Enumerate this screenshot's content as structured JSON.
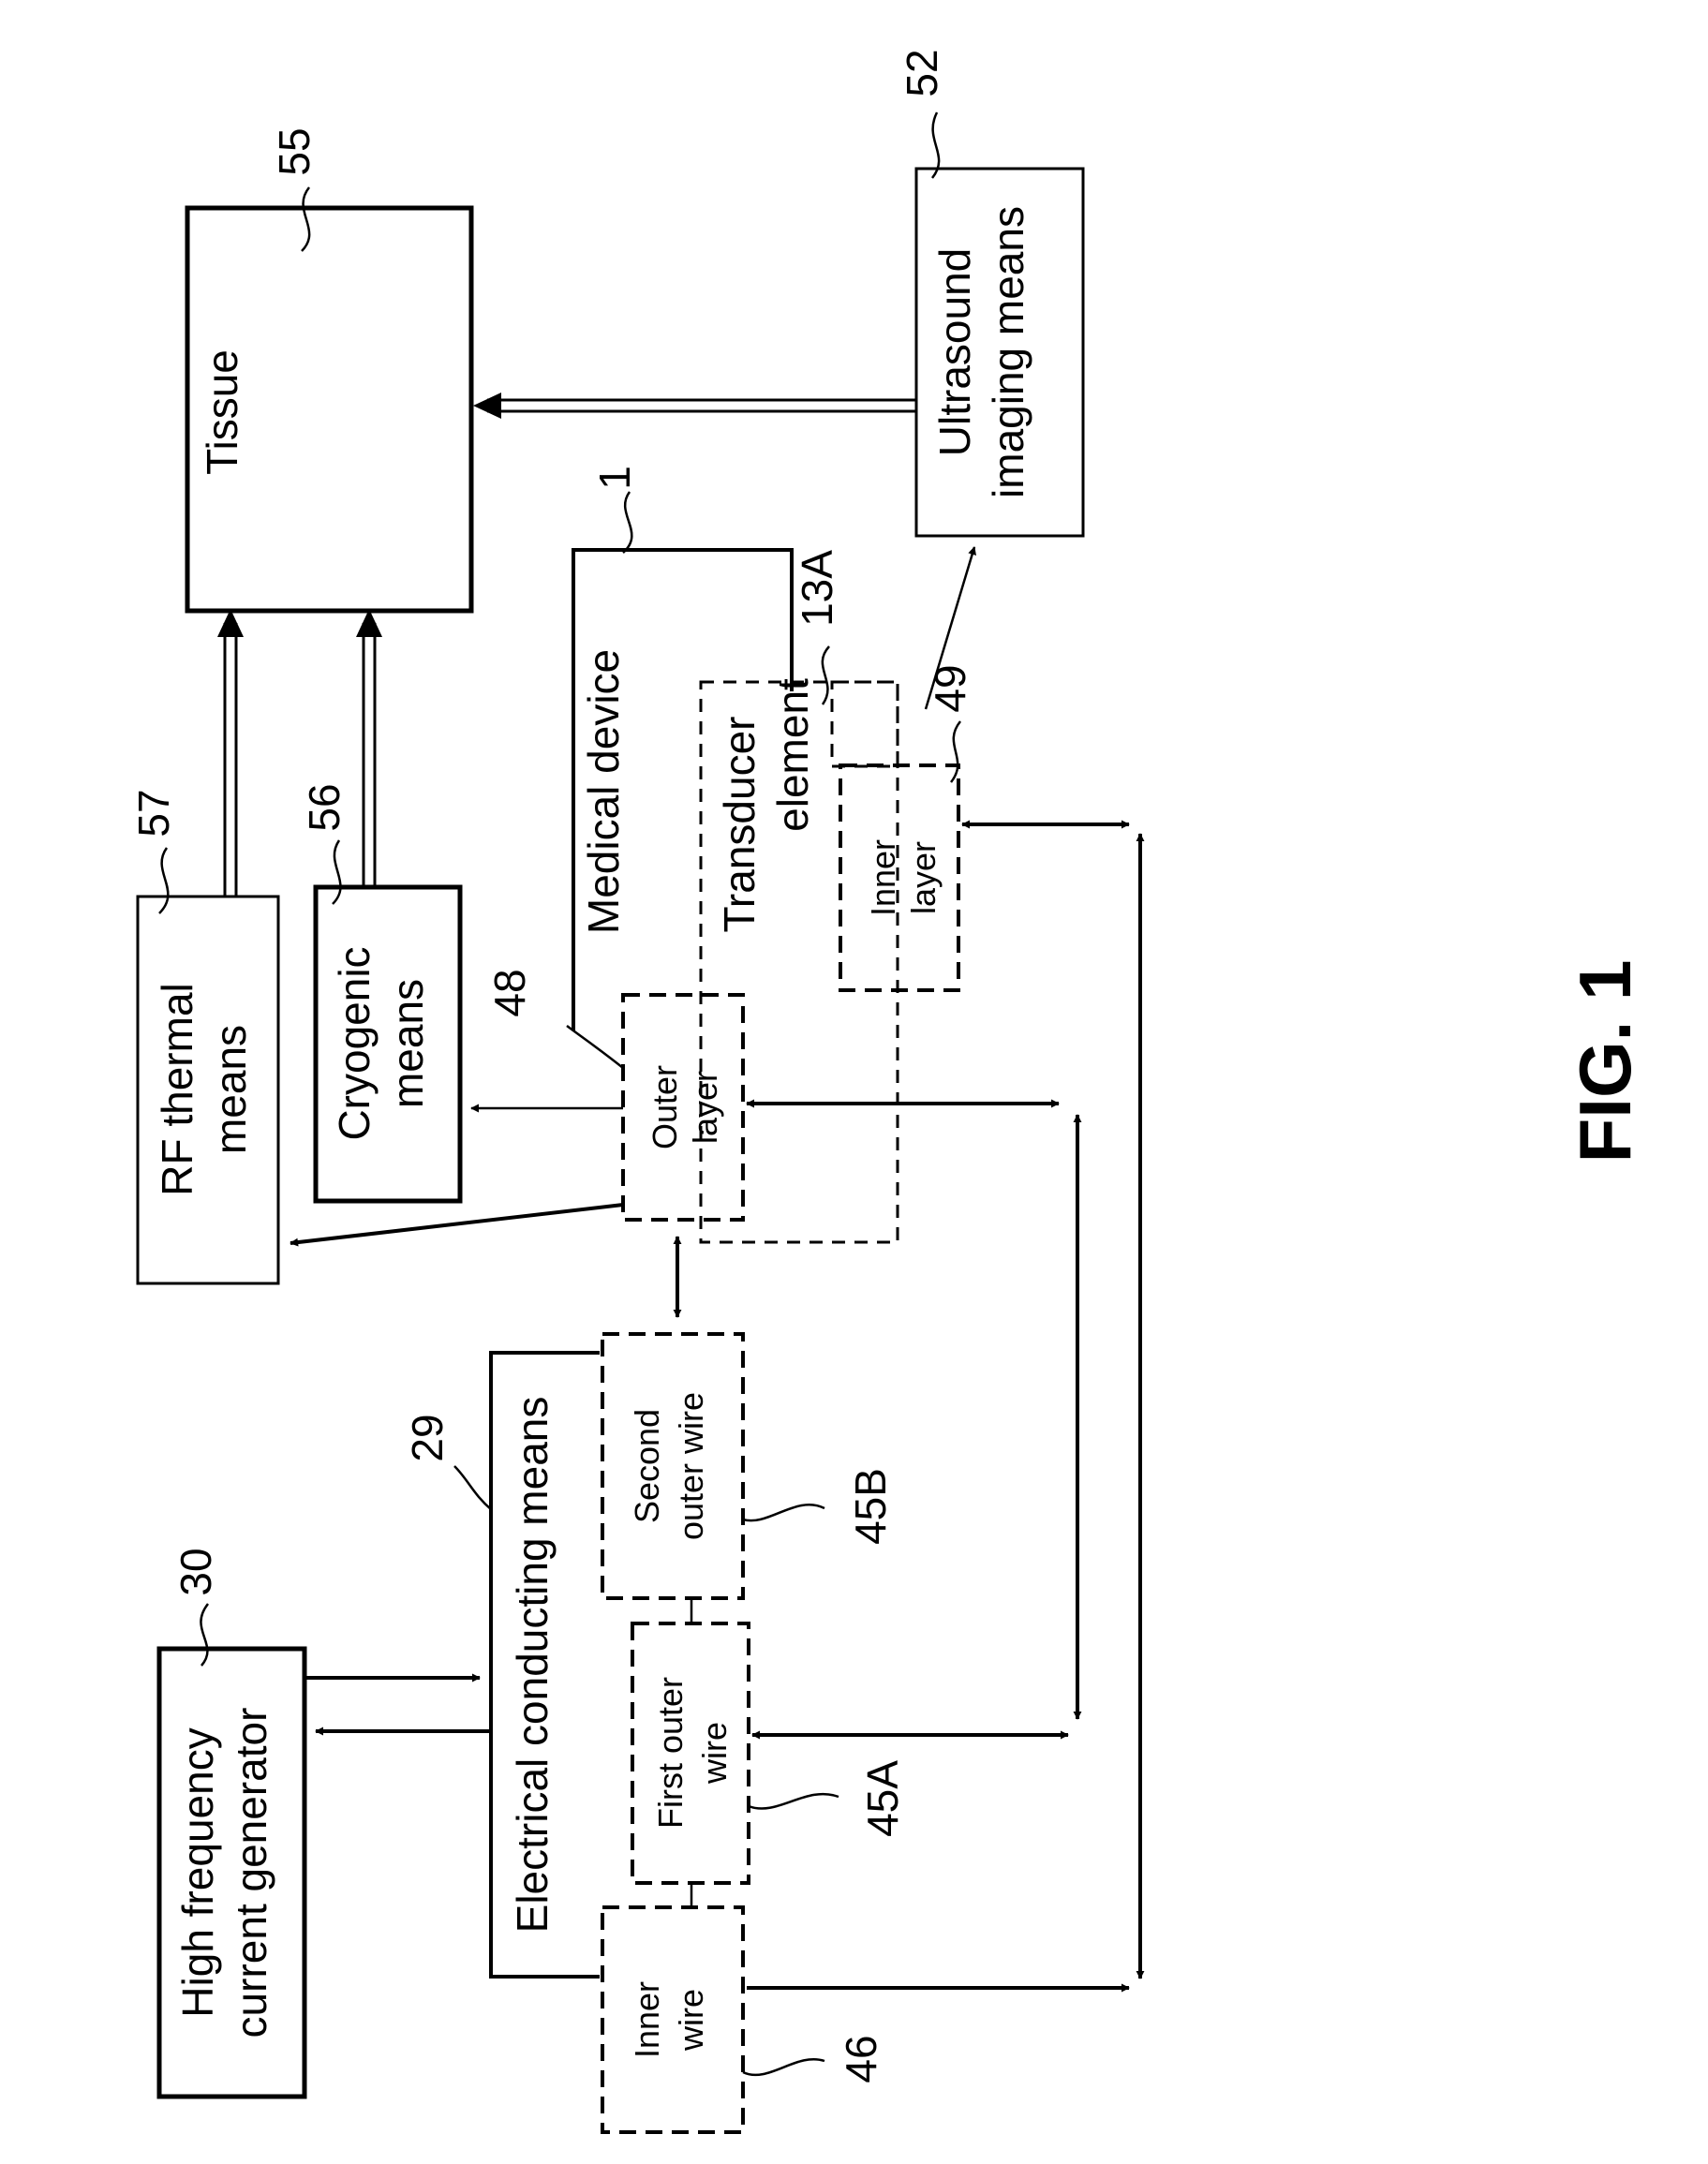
{
  "figure": {
    "title": "FIG. 1"
  },
  "blocks": {
    "tissue": "Tissue",
    "ultrasound_line1": "Ultrasound",
    "ultrasound_line2": "imaging means",
    "medical_device": "Medical device",
    "transducer_line1": "Transducer",
    "transducer_line2": "element",
    "inner_layer_line1": "Inner",
    "inner_layer_line2": "layer",
    "outer_layer_line1": "Outer",
    "outer_layer_line2": "layer",
    "rf_line1": "RF thermal",
    "rf_line2": "means",
    "cryo_line1": "Cryogenic",
    "cryo_line2": "means",
    "electrical": "Electrical conducting means",
    "hf_line1": "High frequency",
    "hf_line2": "current generator",
    "second_wire_line1": "Second",
    "second_wire_line2": "outer wire",
    "first_wire_line1": "First outer",
    "first_wire_line2": "wire",
    "inner_wire_line1": "Inner",
    "inner_wire_line2": "wire"
  },
  "refs": {
    "r52": "52",
    "r55": "55",
    "r1": "1",
    "r13a": "13A",
    "r49": "49",
    "r57": "57",
    "r56": "56",
    "r48": "48",
    "r29": "29",
    "r30": "30",
    "r45b": "45B",
    "r45a": "45A",
    "r46": "46"
  }
}
